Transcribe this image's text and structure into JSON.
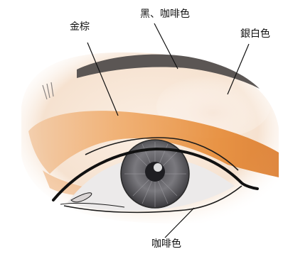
{
  "labels": {
    "gold_brown": "金棕",
    "black_brown": "黑、咖啡色",
    "silver_white": "銀白色",
    "brown": "咖啡色"
  },
  "colors": {
    "eyeshadow_orange": "#E8903A",
    "skin": "#F6E2D0",
    "brow": "#5B5654",
    "iris": "#6F6E73",
    "line": "#1B1B1B"
  }
}
